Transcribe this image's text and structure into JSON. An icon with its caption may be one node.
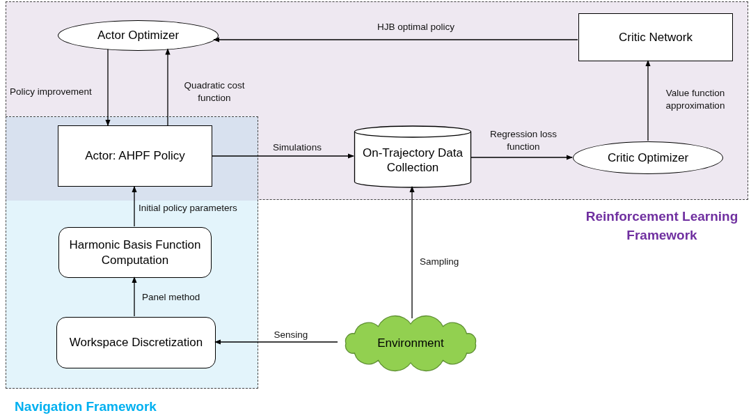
{
  "diagram": {
    "nodes": [
      {
        "text": [
          "Reinforcement Learning Framework"
        ]
      },
      {
        "text": [
          "Actor Optimizer"
        ],
        "in": 0
      },
      {
        "text": [
          "Critic Network"
        ],
        "in": 0
      },
      {
        "text": [
          "Navigation Framework"
        ]
      },
      {
        "text": [
          "Actor: AHPF Policy"
        ]
      },
      {
        "text": [
          "On-Trajectory Data Collection"
        ],
        "in": 0
      },
      {
        "text": [
          "Critic Optimizer"
        ],
        "in": 0
      },
      {
        "text": [
          "Harmonic Basis Function Computation"
        ],
        "in": 3
      },
      {
        "text": [
          "Workspace Discretization"
        ],
        "in": 3
      },
      {
        "text": [
          "Environment"
        ]
      }
    ],
    "edges": [
      {
        "from": 2,
        "to": 1,
        "arrow": "to",
        "label": "HJB optimal policy"
      },
      {
        "from": 1,
        "to": 4,
        "arrow": "to",
        "label": "Policy improvement"
      },
      {
        "from": 4,
        "to": 1,
        "arrow": "to",
        "label": "Quadratic cost function"
      },
      {
        "from": 4,
        "to": 5,
        "arrow": "to",
        "label": "Simulations"
      },
      {
        "from": 5,
        "to": 6,
        "arrow": "to",
        "label": "Regression loss function"
      },
      {
        "from": 6,
        "to": 2,
        "arrow": "to",
        "label": "Value function approximation"
      },
      {
        "from": 7,
        "to": 4,
        "arrow": "to",
        "label": "Initial policy parameters"
      },
      {
        "from": 8,
        "to": 7,
        "arrow": "to",
        "label": "Panel method"
      },
      {
        "from": 9,
        "to": 8,
        "arrow": "to",
        "label": "Sensing"
      },
      {
        "from": 9,
        "to": 5,
        "arrow": "to",
        "label": "Sampling"
      }
    ]
  }
}
